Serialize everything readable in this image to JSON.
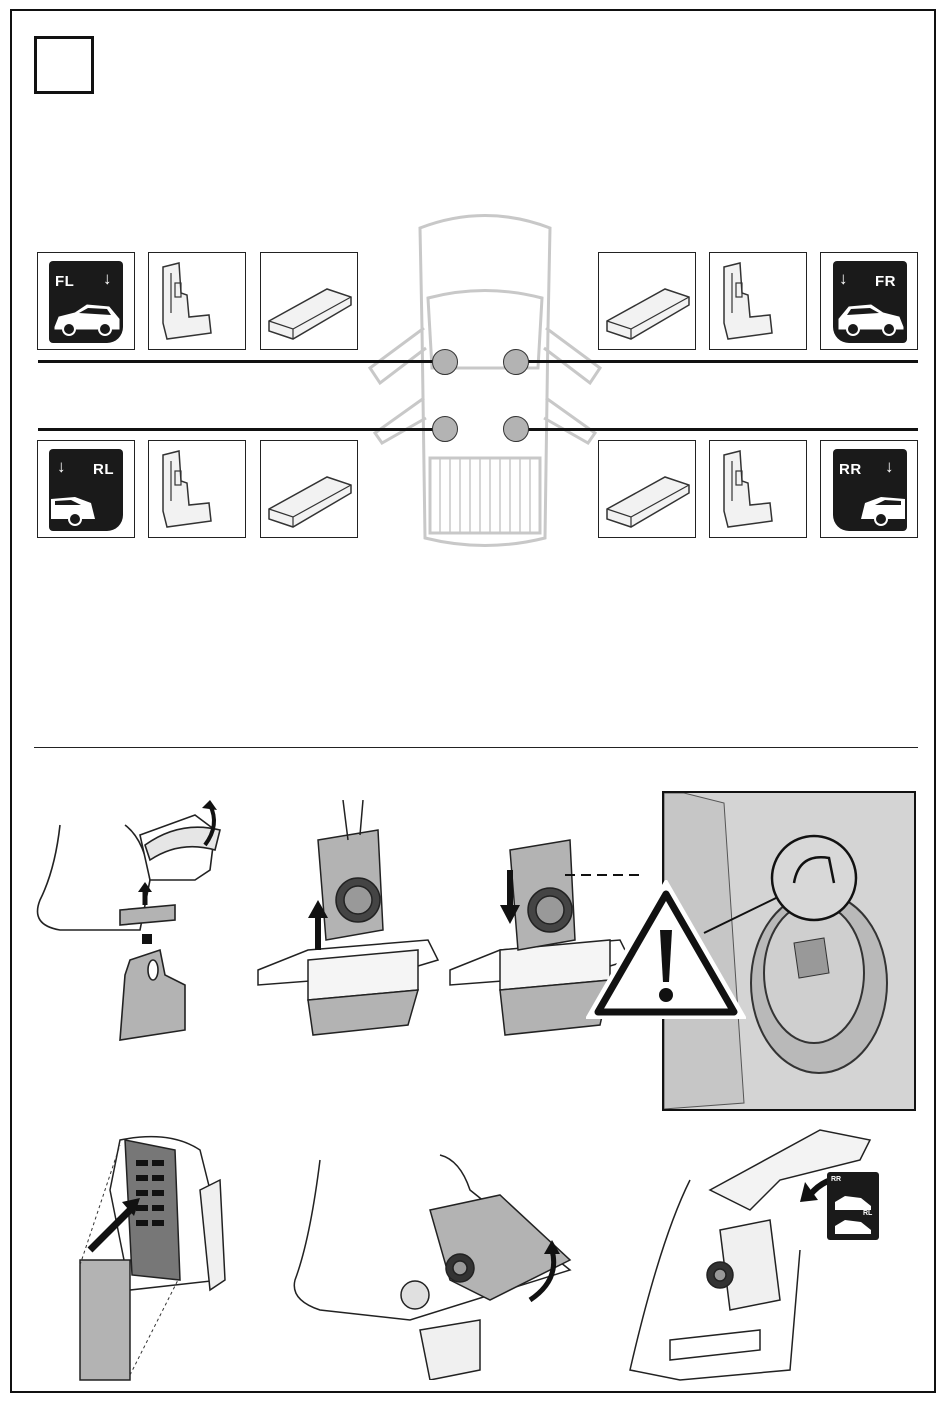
{
  "positions": {
    "fl": {
      "label": "FL",
      "arrow": "↓"
    },
    "fr": {
      "label": "FR",
      "arrow": "↓"
    },
    "rl": {
      "label": "RL",
      "arrow": "↓"
    },
    "rr": {
      "label": "RR",
      "arrow": "↓"
    }
  },
  "mini_sticker": {
    "top_label": "RR",
    "bottom_label": "RL"
  },
  "icons": {
    "car": "car-side-icon",
    "foot_pad": "rubber-pad-icon",
    "bracket": "bracket-plate-icon",
    "warning": "warning-triangle-icon",
    "arrow": "curved-arrow-icon"
  },
  "colors": {
    "ink": "#111111",
    "tile": "#1a1a1a",
    "grey_fill": "#b3b3b3",
    "panel": "#d4d4d4"
  }
}
